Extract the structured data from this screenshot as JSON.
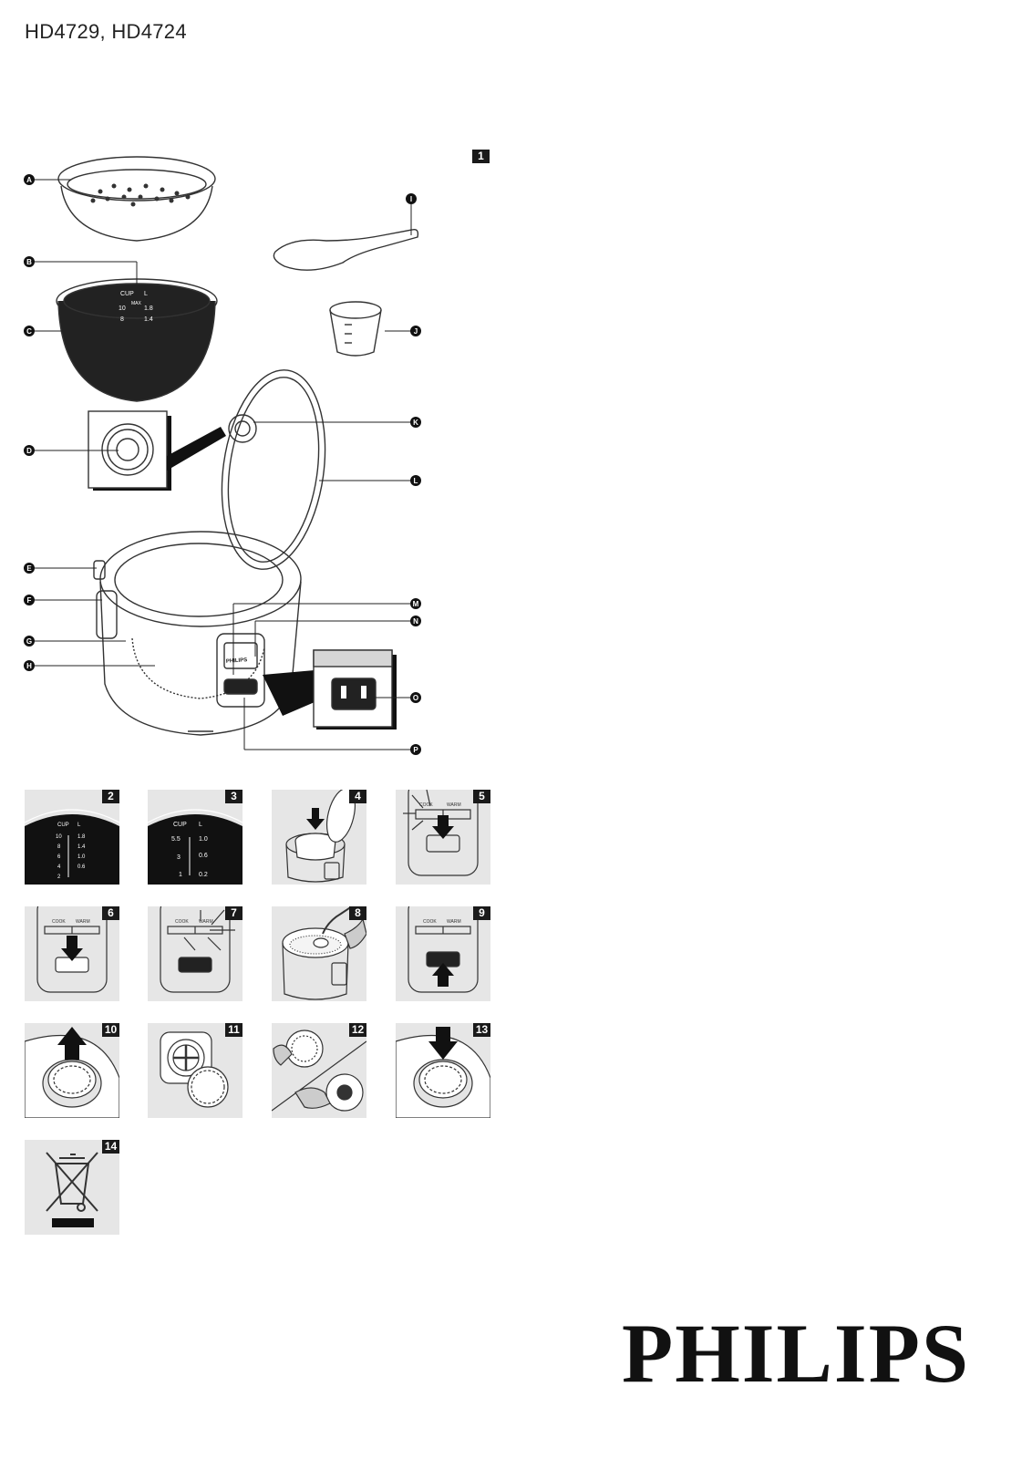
{
  "header": {
    "model": "HD4729, HD4724"
  },
  "figure1": {
    "number": "1",
    "callouts": [
      "A",
      "B",
      "C",
      "D",
      "E",
      "F",
      "G",
      "H",
      "I",
      "J",
      "K",
      "L",
      "M",
      "N",
      "O",
      "P"
    ],
    "pot_scale": {
      "cup_label": "CUP",
      "l_label": "L",
      "max_label": "MAX",
      "rows": [
        [
          "10",
          "1.8"
        ],
        [
          "8",
          "1.4"
        ]
      ]
    },
    "brand_on_body": "PHILIPS"
  },
  "panels": [
    {
      "number": "2",
      "cup_label": "CUP",
      "l_label": "L",
      "cups": [
        "10",
        "8",
        "6",
        "4",
        "2"
      ],
      "liters": [
        "1.8",
        "1.4",
        "1.0",
        "0.6"
      ]
    },
    {
      "number": "3",
      "cup_label": "CUP",
      "l_label": "L",
      "cups": [
        "5.5",
        "3",
        "1"
      ],
      "liters": [
        "1.0",
        "0.6",
        "0.2"
      ]
    },
    {
      "number": "4"
    },
    {
      "number": "5",
      "cook": "COOK",
      "warm": "WARM"
    },
    {
      "number": "6",
      "cook": "COOK",
      "warm": "WARM"
    },
    {
      "number": "7",
      "cook": "COOK",
      "warm": "WARM"
    },
    {
      "number": "8"
    },
    {
      "number": "9",
      "cook": "COOK",
      "warm": "WARM"
    },
    {
      "number": "10"
    },
    {
      "number": "11"
    },
    {
      "number": "12"
    },
    {
      "number": "13"
    },
    {
      "number": "14"
    }
  ],
  "footer": {
    "brand": "PHILIPS"
  }
}
